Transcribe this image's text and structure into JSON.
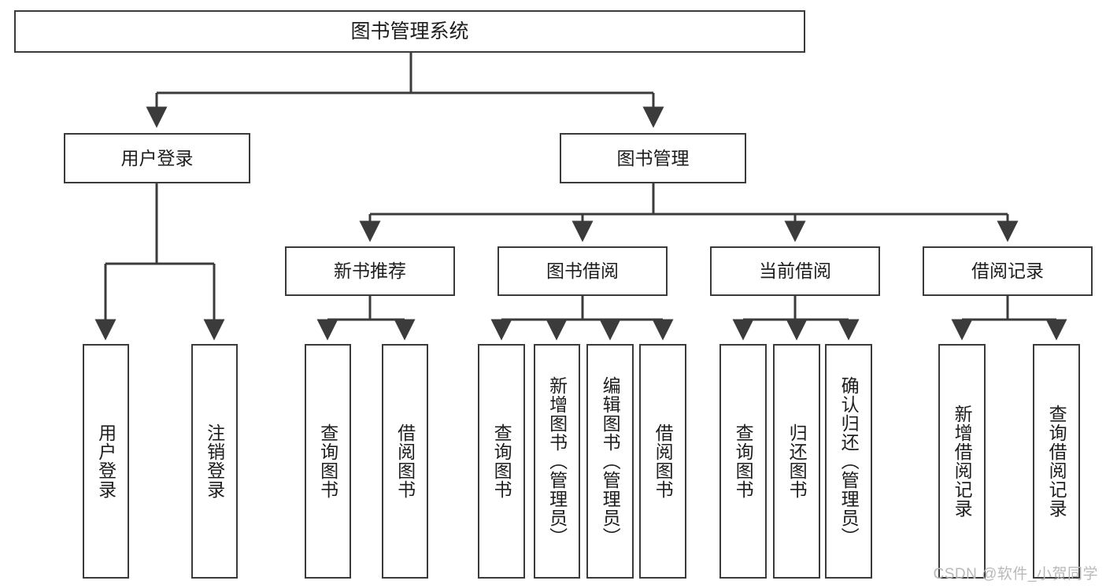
{
  "diagram": {
    "type": "tree",
    "title": "图书管理系统",
    "watermark": "CSDN @软件_小贺同学",
    "colors": {
      "node_border": "#3b3b3b",
      "node_fill": "#ffffff",
      "connector": "#3b3b3b",
      "text": "#1d1d1d",
      "watermark": "#b9b9b9"
    },
    "root": {
      "label": "图书管理系统"
    },
    "level1": [
      {
        "label": "用户登录"
      },
      {
        "label": "图书管理"
      }
    ],
    "level2": [
      {
        "label": "新书推荐"
      },
      {
        "label": "图书借阅"
      },
      {
        "label": "当前借阅"
      },
      {
        "label": "借阅记录"
      }
    ],
    "leaves": {
      "user_login": [
        {
          "label": "用户登录"
        },
        {
          "label": "注销登录"
        }
      ],
      "new_book_recommend": [
        {
          "label": "查询图书"
        },
        {
          "label": "借阅图书"
        }
      ],
      "book_borrow": [
        {
          "label": "查询图书"
        },
        {
          "label": "新增图书（管理员）"
        },
        {
          "label": "编辑图书（管理员）"
        },
        {
          "label": "借阅图书"
        }
      ],
      "current_borrow": [
        {
          "label": "查询图书"
        },
        {
          "label": "归还图书"
        },
        {
          "label": "确认归还（管理员）"
        }
      ],
      "borrow_record": [
        {
          "label": "新增借阅记录"
        },
        {
          "label": "查询借阅记录"
        }
      ]
    }
  }
}
